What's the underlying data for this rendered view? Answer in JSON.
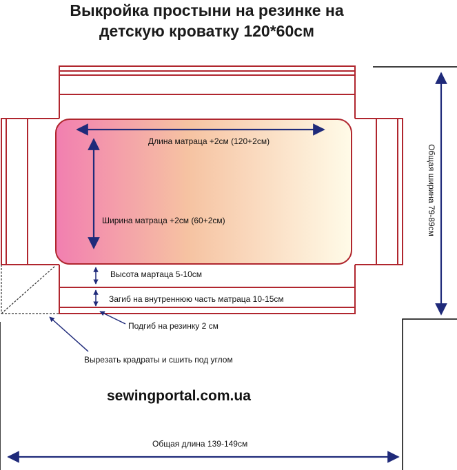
{
  "title": {
    "line1": "Выкройка простыни на резинке на",
    "line2": "детскую кроватку 120*60см"
  },
  "labels": {
    "mattress_length": "Длина матраца +2см (120+2см)",
    "mattress_width": "Ширина матраца +2см (60+2см)",
    "mattress_height": "Высота мартаца 5-10см",
    "fold_inside": "Загиб на внутреннюю часть матраца 10-15см",
    "elastic_fold": "Подгиб на резинку 2 см",
    "cut_squares": "Вырезать крадраты и сшить под углом",
    "total_length": "Общая длина 139-149см",
    "total_width": "Общая ширина 79-89см"
  },
  "brand": "sewingportal.com.ua",
  "colors": {
    "outline": "#b0262e",
    "arrow": "#1f2a7a",
    "gradient_start": "#f27fb0",
    "gradient_mid": "#f6c3a2",
    "gradient_end": "#fffbe8",
    "black_line": "#000000"
  }
}
